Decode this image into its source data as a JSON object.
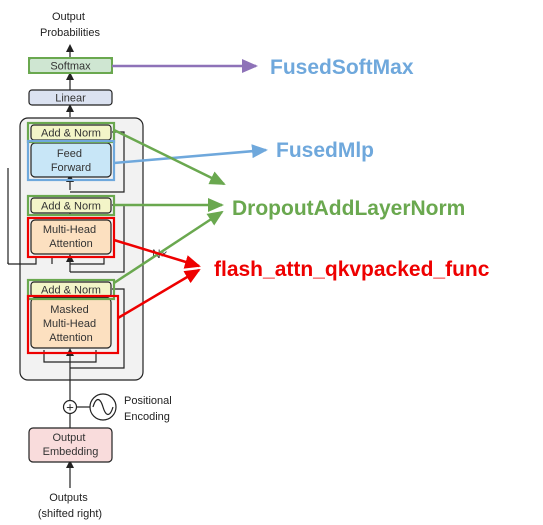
{
  "diagram": {
    "output_probabilities": [
      "Output",
      "Probabilities"
    ],
    "softmax": "Softmax",
    "linear": "Linear",
    "add_norm": "Add & Norm",
    "feed_forward": [
      "Feed",
      "Forward"
    ],
    "multi_head_attention": [
      "Multi-Head",
      "Attention"
    ],
    "masked_multi_head_attention": [
      "Masked",
      "Multi-Head",
      "Attention"
    ],
    "repeat_label": "N×",
    "plus_sign": "+",
    "positional_encoding": [
      "Positional",
      "Encoding"
    ],
    "output_embedding": [
      "Output",
      "Embedding"
    ],
    "outputs": [
      "Outputs",
      "(shifted right)"
    ]
  },
  "annotations": {
    "fused_softmax": "FusedSoftMax",
    "fused_mlp": "FusedMlp",
    "dropout_add_layer_norm": "DropoutAddLayerNorm",
    "flash_attn": "flash_attn_qkvpacked_func"
  },
  "colors": {
    "purple_arrow": "#8e72b8",
    "blue_annotation": "#6fa8dc",
    "green_annotation": "#6aa84f",
    "red_annotation": "#ee0000",
    "softmax_fill": "#cfe6d2",
    "linear_fill": "#dbe2f1",
    "add_norm_fill": "#f3f5c8",
    "feed_forward_fill": "#c8e6f7",
    "attention_fill": "#fce0c0",
    "embedding_fill": "#f9dcdc"
  }
}
